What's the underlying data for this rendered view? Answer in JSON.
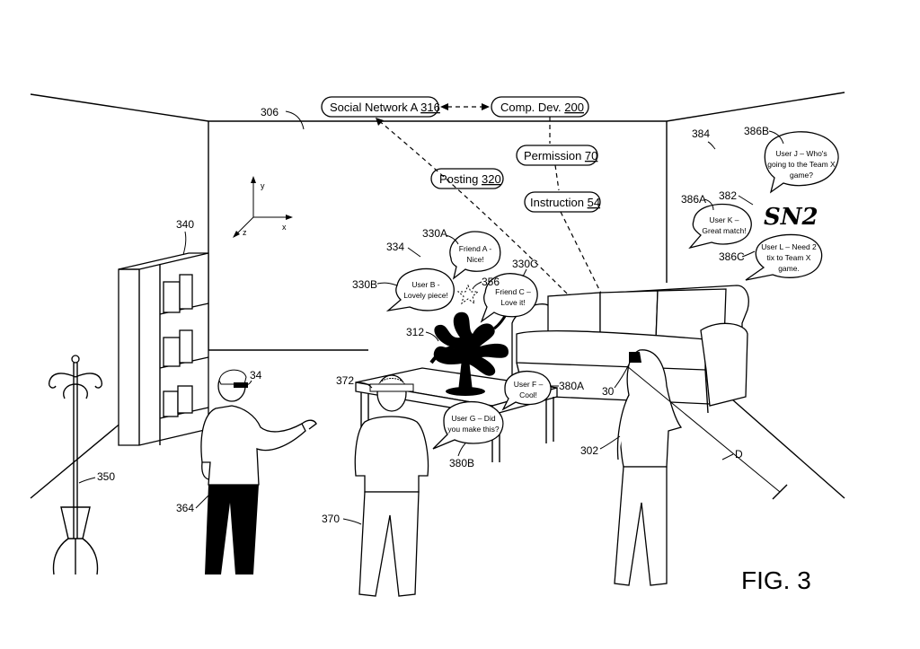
{
  "figure_label": "FIG. 3",
  "boxes": {
    "social_network": {
      "text": "Social Network A ",
      "ref": "316"
    },
    "comp_dev": {
      "text": "Comp. Dev. ",
      "ref": "200"
    },
    "permission": {
      "text": "Permission ",
      "ref": "70"
    },
    "posting": {
      "text": "Posting ",
      "ref": "320"
    },
    "instruction": {
      "text": "Instruction ",
      "ref": "54"
    }
  },
  "axes": {
    "x": "x",
    "y": "y",
    "z": "z"
  },
  "bubbles": {
    "friend_a": [
      "Friend A -",
      "Nice!"
    ],
    "user_b": [
      "User B -",
      "Lovely piece!"
    ],
    "friend_c": [
      "Friend C –",
      "Love it!"
    ],
    "user_f": [
      "User F –",
      "Cool!"
    ],
    "user_g": [
      "User G – Did",
      "you make this?"
    ],
    "user_j": [
      "User J – Who's",
      "going to the Team X",
      "game?"
    ],
    "user_k": [
      "User K –",
      "Great match!"
    ],
    "user_l": [
      "User L – Need 2",
      "tix to Team X",
      "game."
    ]
  },
  "signature_text": "SN2",
  "refs": {
    "r306": "306",
    "r384": "384",
    "r386b": "386B",
    "r382": "382",
    "r386a": "386A",
    "r386c": "386C",
    "r340": "340",
    "r334": "334",
    "r330a": "330A",
    "r330b": "330B",
    "r356": "356",
    "r330c": "330C",
    "r312": "312",
    "r34": "34",
    "r372": "372",
    "r380a": "380A",
    "r30": "30",
    "r380b": "380B",
    "r302": "302",
    "r350": "350",
    "r364": "364",
    "r370": "370",
    "rD": "D"
  }
}
